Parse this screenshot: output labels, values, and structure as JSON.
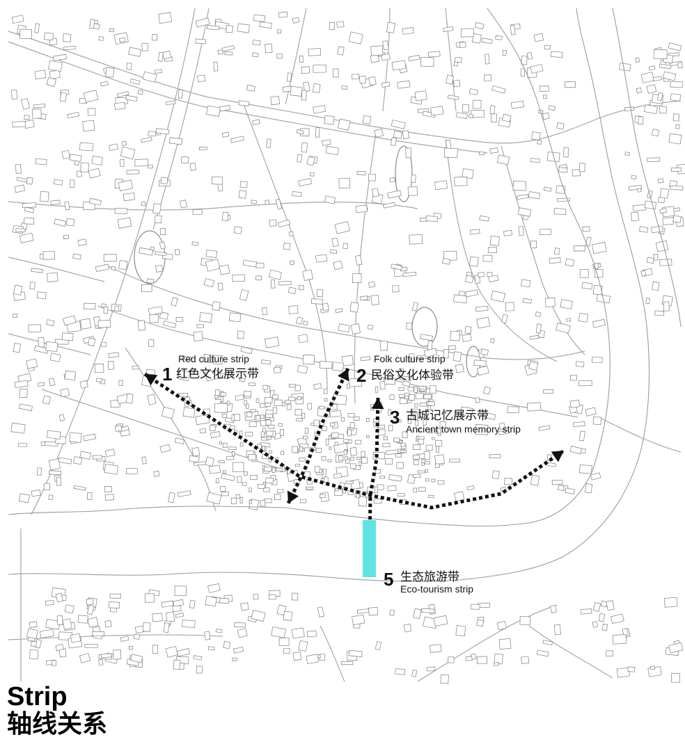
{
  "colors": {
    "background": "#ffffff",
    "linework": "#9a9a9a",
    "buildings": "#7a7a7a",
    "strip_arrow": "#111111",
    "eco_strip": "#5fe3e3"
  },
  "strips": [
    {
      "number": "1",
      "name_en": "Red culture strip",
      "name_zh": "红色文化展示带"
    },
    {
      "number": "2",
      "name_en": "Folk culture strip",
      "name_zh": "民俗文化体验带"
    },
    {
      "number": "3",
      "name_en": "Ancient town memory strip",
      "name_zh": "古城记忆展示带"
    },
    {
      "number": "5",
      "name_en": "Eco-tourism strip",
      "name_zh": "生态旅游带"
    }
  ],
  "title": {
    "en": "Strip",
    "zh": "轴线关系"
  }
}
